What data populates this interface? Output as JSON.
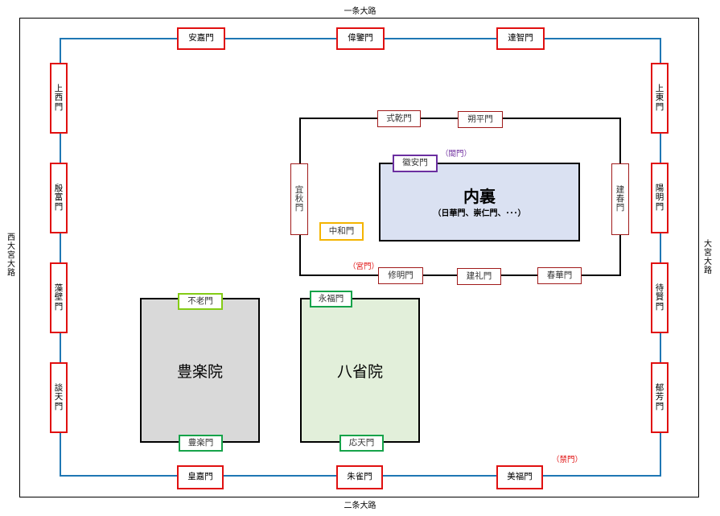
{
  "roads": {
    "north": "一条大路",
    "south": "二条大路",
    "west": "西大宮大路",
    "east": "大宮大路"
  },
  "outer_gates": {
    "north": [
      "安嘉門",
      "偉鑒門",
      "達智門"
    ],
    "south": [
      "皇嘉門",
      "朱雀門",
      "美福門"
    ],
    "west": [
      "上西門",
      "殷富門",
      "藻壁門",
      "談天門"
    ],
    "east": [
      "上東門",
      "陽明門",
      "待賢門",
      "郁芳門"
    ]
  },
  "inner_gates": {
    "north": [
      "式乾門",
      "朔平門"
    ],
    "south": [
      "修明門",
      "建礼門",
      "春華門"
    ],
    "west": "宜秋門",
    "east": "建春門"
  },
  "dairi": {
    "title": "内裏",
    "subtitle": "（日華門、崇仁門、･･･）",
    "gate": "徽安門"
  },
  "chuwa_gate": "中和門",
  "buildings": {
    "hourakuin": {
      "name": "豊楽院",
      "north_gate": "不老門",
      "south_gate": "豊楽門"
    },
    "hasshoin": {
      "name": "八省院",
      "north_gate": "永福門",
      "south_gate": "応天門"
    }
  },
  "notes": {
    "kanmon": "（閤門）",
    "kyumon": "（宮門）",
    "kinmon": "（禁門）"
  },
  "colors": {
    "outer_wall": "#1f77b4",
    "outer_gate": "#e01010",
    "inner_gate": "#a01a1a",
    "dairi_fill": "#dae1f2",
    "hourakuin_fill": "#d9d9d9",
    "hasshoin_fill": "#e2efda",
    "kanmon_note": "#7030a0",
    "red_note": "#e01010"
  },
  "icons": {
    "lines": "wall-outline",
    "gates": "gate-box"
  }
}
